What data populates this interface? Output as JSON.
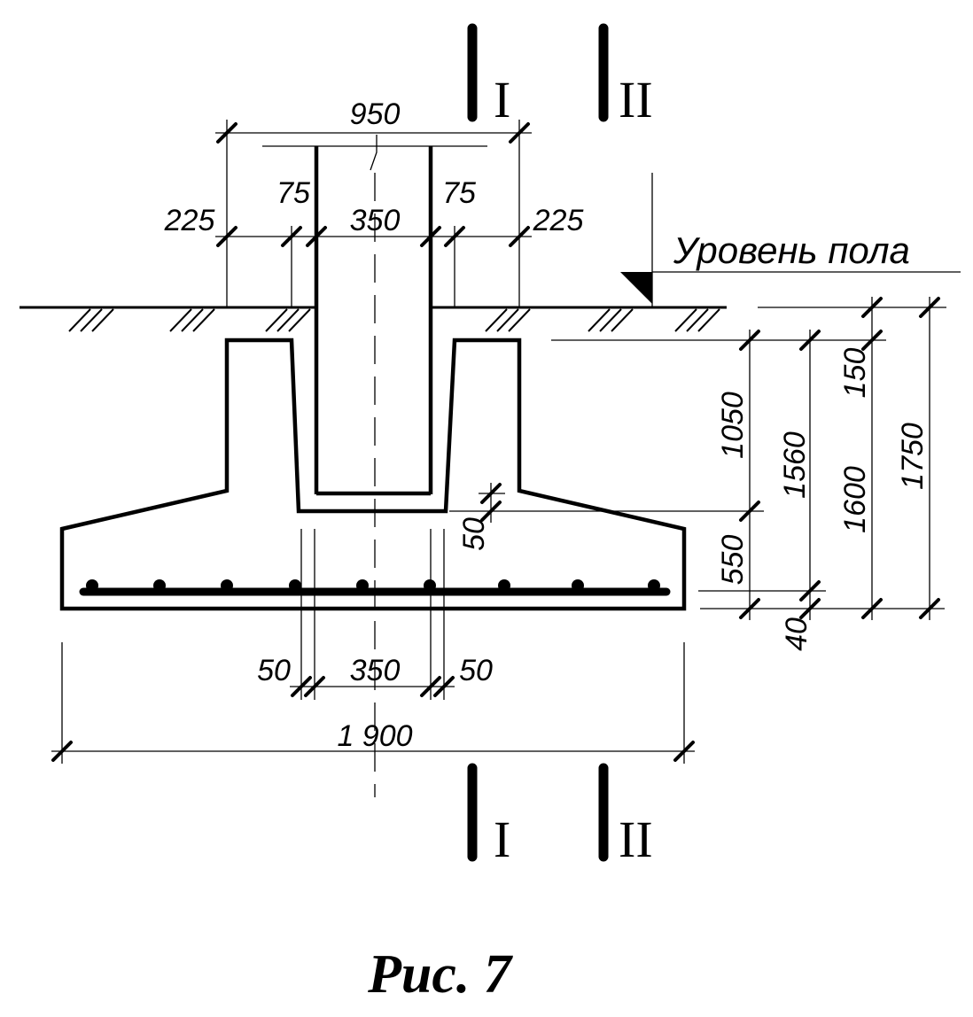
{
  "dimensions": {
    "top_overall": "950",
    "top_left_75": "75",
    "top_right_75": "75",
    "top_left_225": "225",
    "top_center_350": "350",
    "top_right_225": "225",
    "bottom_left_50": "50",
    "bottom_center_350": "350",
    "bottom_right_50": "50",
    "bottom_overall": "1 900",
    "v_1050": "1050",
    "v_50": "50",
    "v_550": "550",
    "v_40": "40",
    "v_1560": "1560",
    "v_150": "150",
    "v_1600": "1600",
    "v_1750": "1750"
  },
  "labels": {
    "floor_level": "Уровень пола",
    "section_one": "I",
    "section_two": "II"
  },
  "caption": "Рис. 7"
}
